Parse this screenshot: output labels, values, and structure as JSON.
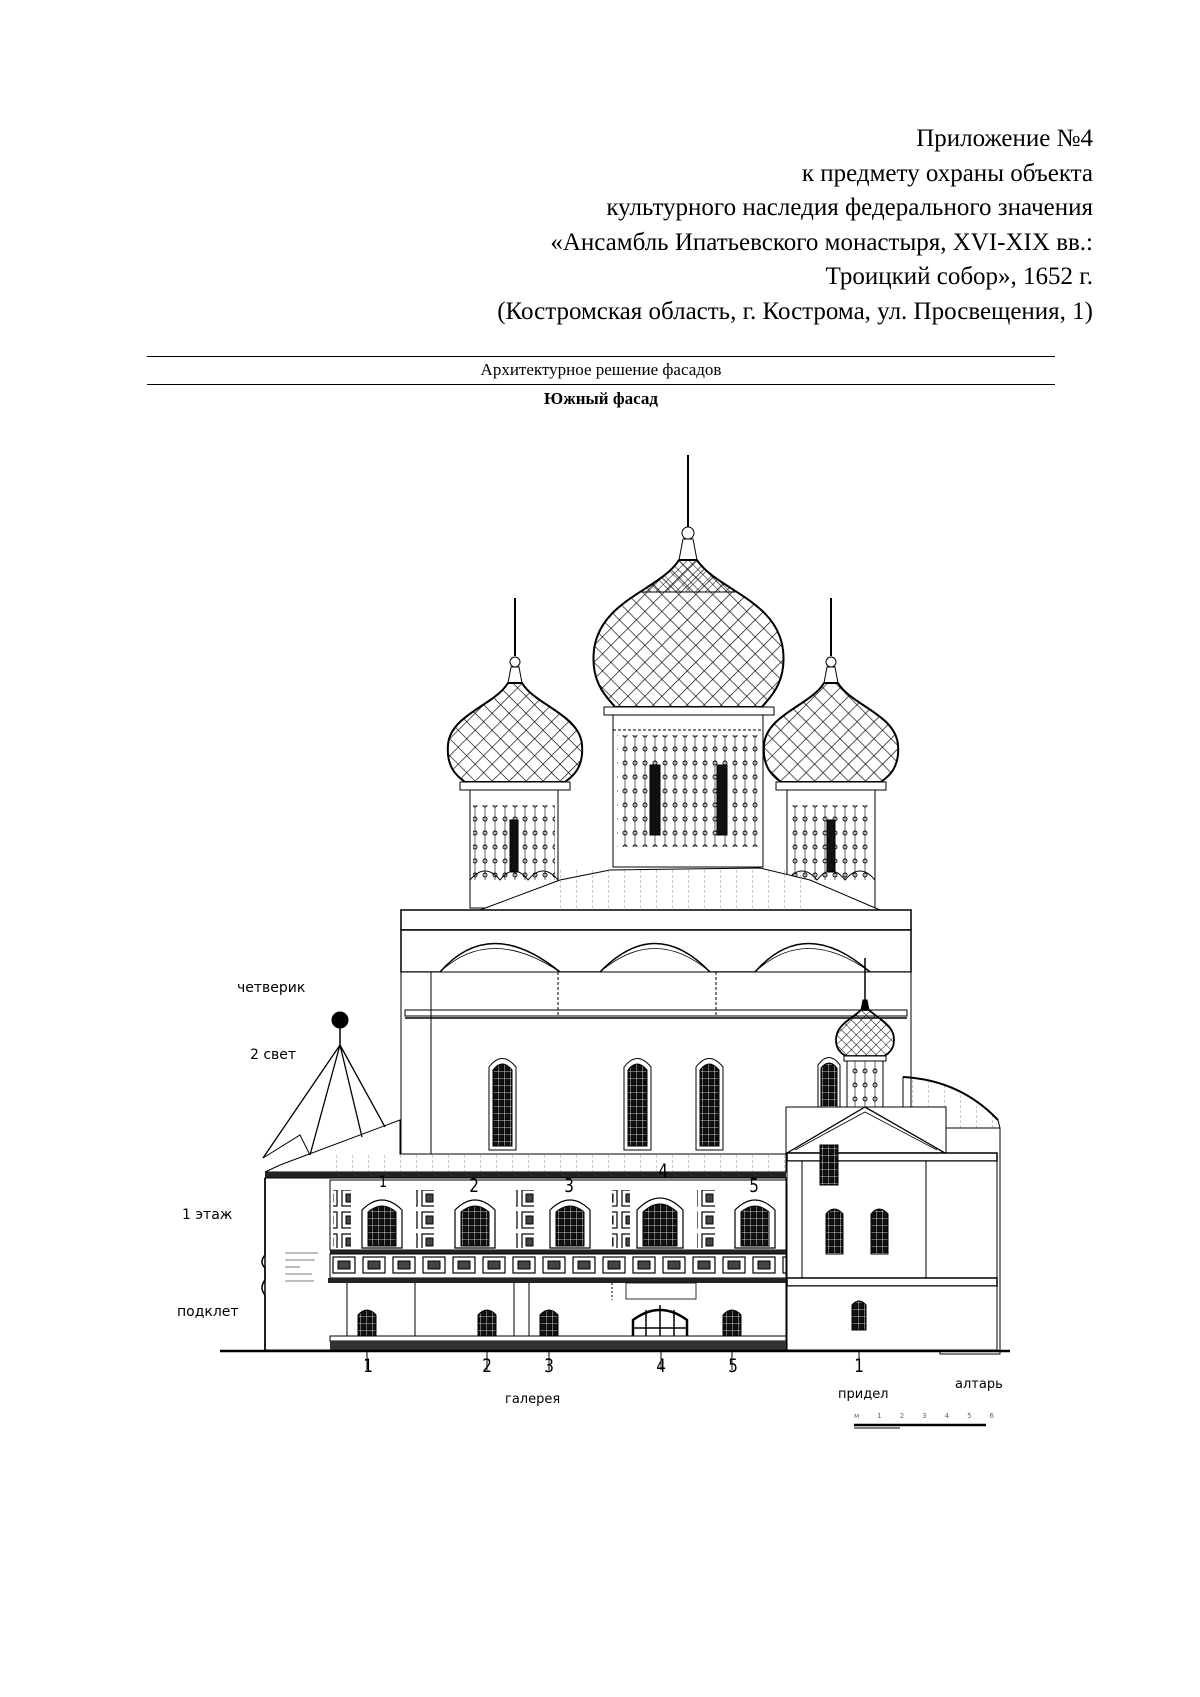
{
  "header": {
    "lines": [
      "Приложение №4",
      "к предмету охраны объекта",
      "культурного наследия федерального значения",
      "«Ансамбль Ипатьевского монастыря, XVI-XIX вв.:",
      "Троицкий собор», 1652 г.",
      "(Костромская область, г. Кострома, ул. Просвещения, 1)"
    ]
  },
  "section": {
    "title": "Архитектурное решение  фасадов",
    "subtitle": "Южный фасад"
  },
  "drawing": {
    "level_labels": {
      "chetverik": "четверик",
      "second_light": "2 свет",
      "first_floor": "1 этаж",
      "podklet": "подклет"
    },
    "axis_numbers_top": [
      "1",
      "2",
      "3",
      "4",
      "5"
    ],
    "axis_numbers_bottom": [
      "1",
      "2",
      "3",
      "4",
      "5",
      "1"
    ],
    "part_labels": {
      "gallery": "галерея",
      "chapel": "придел",
      "altar": "алтарь"
    },
    "scale_bar_labels": [
      "м",
      "1",
      "2",
      "3",
      "4",
      "5",
      "6"
    ],
    "line_color": "#000000"
  }
}
